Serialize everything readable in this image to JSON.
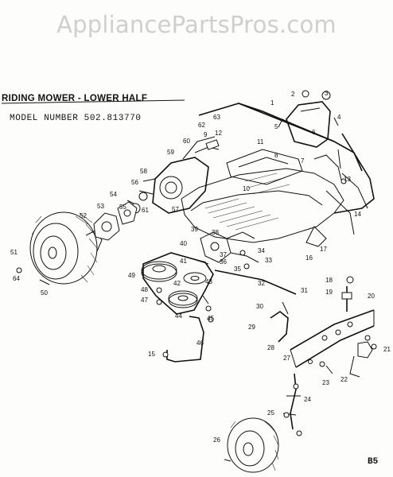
{
  "watermark": "AppliancePartsPros.com",
  "header": {
    "title": "RIDING MOWER - LOWER HALF",
    "model": "MODEL NUMBER 502.813770"
  },
  "page_ref": "B5",
  "callouts": [
    "1",
    "2",
    "3",
    "4",
    "5",
    "6",
    "7",
    "8",
    "9",
    "10",
    "11",
    "12",
    "13",
    "14",
    "15",
    "16",
    "17",
    "18",
    "19",
    "20",
    "21",
    "22",
    "23",
    "24",
    "25",
    "26",
    "27",
    "28",
    "29",
    "30",
    "31",
    "32",
    "33",
    "34",
    "35",
    "36",
    "37",
    "38",
    "39",
    "40",
    "41",
    "42",
    "43",
    "44",
    "45",
    "46",
    "47",
    "48",
    "49",
    "50",
    "51",
    "52",
    "53",
    "54",
    "55",
    "56",
    "57",
    "58",
    "59",
    "60",
    "61",
    "62",
    "63",
    "64"
  ]
}
